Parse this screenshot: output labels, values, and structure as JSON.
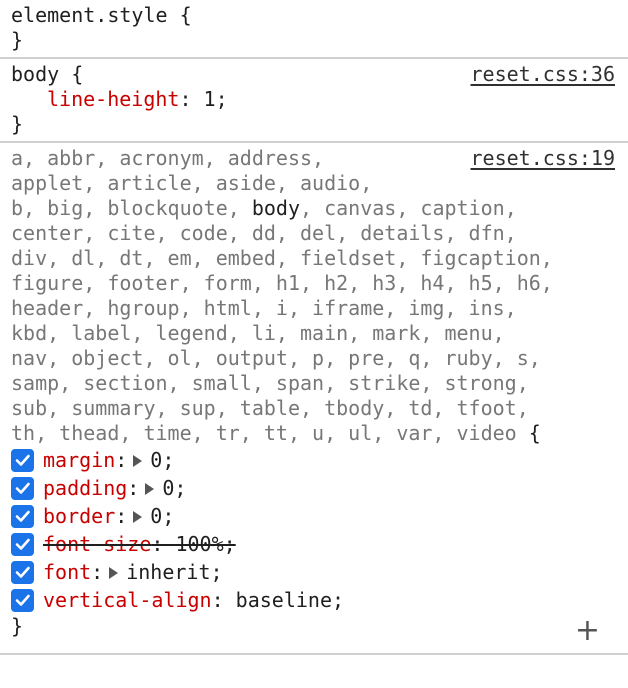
{
  "element_style": {
    "selector": "element.style {",
    "close": "}"
  },
  "body_rule": {
    "selector": "body {",
    "source": "reset.css:36",
    "prop": "line-height",
    "value": "1;",
    "close": "}"
  },
  "reset_rule": {
    "source": "reset.css:19",
    "selector_lines": [
      [
        "a, abbr, acronym, address,",
        "",
        ""
      ],
      [
        "applet, article, aside, audio,",
        "",
        ""
      ],
      [
        "b, big, blockquote, ",
        "body",
        ", canvas, caption,"
      ],
      [
        "center, cite, code, dd, del, details, dfn,",
        "",
        ""
      ],
      [
        "div, dl, dt, em, embed, fieldset, figcaption,",
        "",
        ""
      ],
      [
        "figure, footer, form, h1, h2, h3, h4, h5, h6,",
        "",
        ""
      ],
      [
        "header, hgroup, html, i, iframe, img, ins,",
        "",
        ""
      ],
      [
        "kbd, label, legend, li, main, mark, menu,",
        "",
        ""
      ],
      [
        "nav, object, ol, output, p, pre, q, ruby, s,",
        "",
        ""
      ],
      [
        "samp, section, small, span, strike, strong,",
        "",
        ""
      ],
      [
        "sub, summary, sup, table, tbody, td, tfoot,",
        "",
        ""
      ],
      [
        "th, thead, time, tr, tt, u, ul, var, video",
        "",
        " {"
      ]
    ],
    "props": [
      {
        "name": "margin",
        "value": "0;",
        "expand": true,
        "struck": false
      },
      {
        "name": "padding",
        "value": "0;",
        "expand": true,
        "struck": false
      },
      {
        "name": "border",
        "value": "0;",
        "expand": true,
        "struck": false
      },
      {
        "name": "font-size",
        "value": "100%;",
        "expand": false,
        "struck": true
      },
      {
        "name": "font",
        "value": "inherit;",
        "expand": true,
        "struck": false
      },
      {
        "name": "vertical-align",
        "value": "baseline;",
        "expand": false,
        "struck": false
      }
    ],
    "close": "}",
    "add_label": "+"
  },
  "colors": {
    "checkbox": "#1a73e8",
    "property": "#c80000",
    "divider": "#d0d0d0"
  }
}
